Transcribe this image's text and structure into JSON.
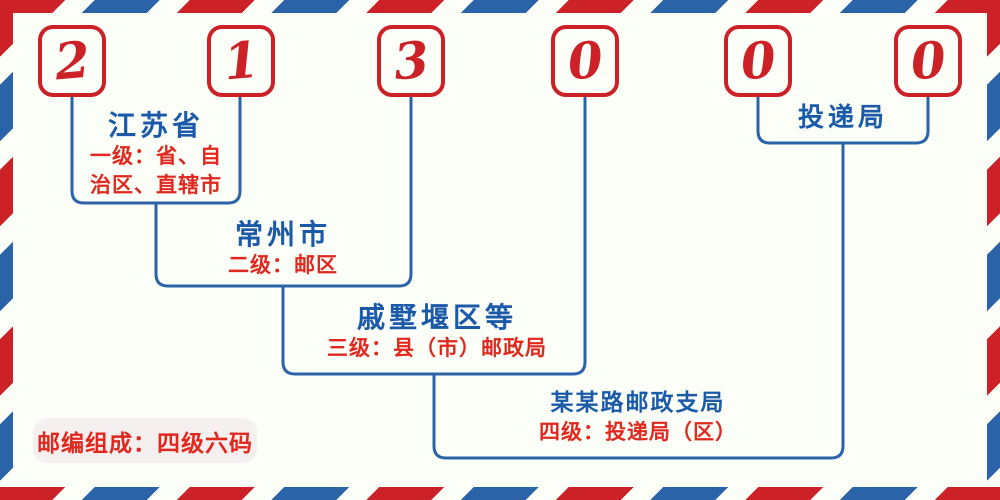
{
  "colors": {
    "red": "#cc2127",
    "red_text": "#e0281e",
    "blue": "#2b63a8",
    "blue_text": "#1b5aa9",
    "background": "#fcfef8",
    "pill_bg": "#f5eff0"
  },
  "postal_code": {
    "value": "213000",
    "digits": [
      "2",
      "1",
      "3",
      "0",
      "0",
      "0"
    ]
  },
  "levels": [
    {
      "name": "江苏省",
      "desc_lines": [
        "一级：省、自",
        "治区、直辖市"
      ]
    },
    {
      "name": "常州市",
      "desc_lines": [
        "二级：邮区"
      ]
    },
    {
      "name": "戚墅堰区等",
      "desc_lines": [
        "三级：县（市）邮政局"
      ]
    },
    {
      "name": "某某路邮政支局",
      "desc_lines": [
        "四级：投递局（区）"
      ]
    },
    {
      "name": "投递局",
      "desc_lines": []
    }
  ],
  "footer": {
    "note": "邮编组成：四级六码"
  }
}
